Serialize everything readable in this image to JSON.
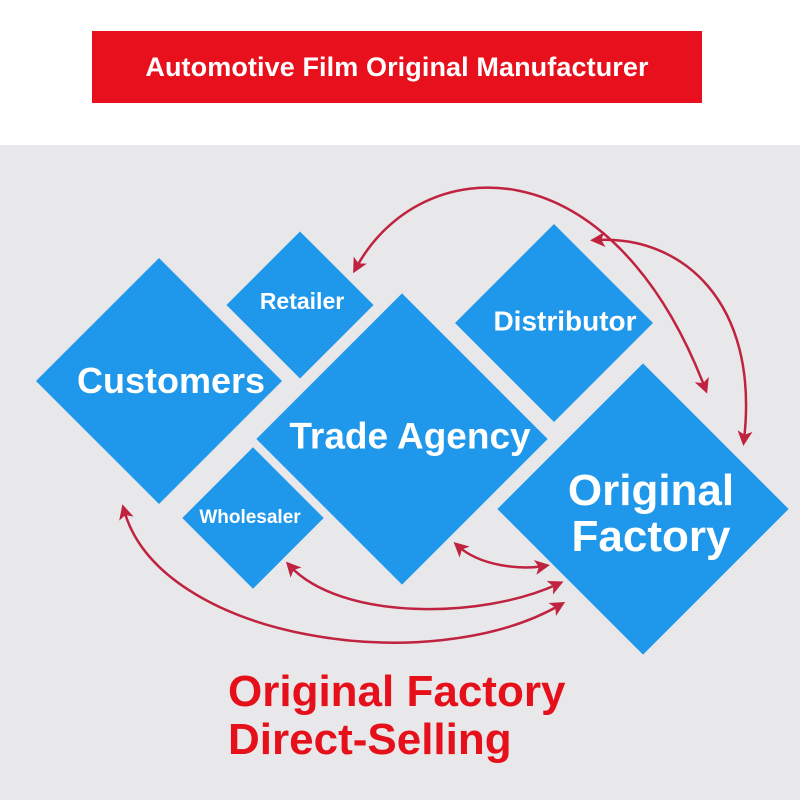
{
  "header": {
    "title": "Automotive Film Original Manufacturer"
  },
  "diagram": {
    "nodes": {
      "customers": "Customers",
      "retailer": "Retailer",
      "trade_agency": "Trade Agency",
      "distributor": "Distributor",
      "wholesaler": "Wholesaler",
      "original_factory_line1": "Original",
      "original_factory_line2": "Factory"
    }
  },
  "footer": {
    "line1": "Original Factory",
    "line2": "Direct-Selling"
  },
  "colors": {
    "banner": "#e8101d",
    "diamond": "#1f97ea",
    "arrow": "#c0233f",
    "footer_text": "#e5101a",
    "background": "#e8e8eb"
  }
}
